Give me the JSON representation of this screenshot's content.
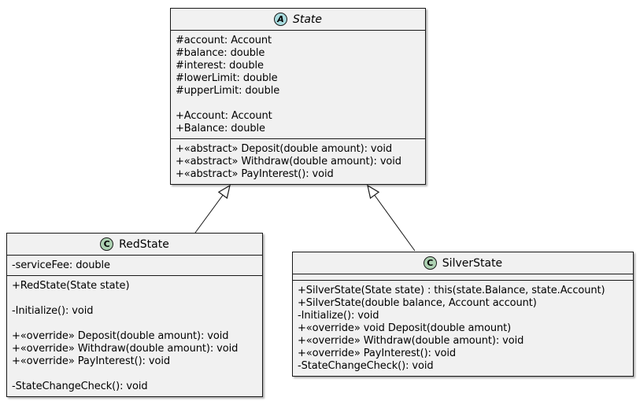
{
  "diagram_type": "uml-class-diagram",
  "colors": {
    "box_fill": "#F1F1F1",
    "border": "#181818",
    "abstract_badge_fill": "#A9DCDF",
    "class_badge_fill": "#ADD1B2",
    "background": "#FFFFFF"
  },
  "classes": {
    "state": {
      "kind": "abstract class",
      "badge_letter": "A",
      "title": "State",
      "fields": [
        "#account: Account",
        "#balance: double",
        "#interest: double",
        "#lowerLimit: double",
        "#upperLimit: double",
        "",
        "+Account: Account",
        "+Balance: double"
      ],
      "methods": [
        "+«abstract» Deposit(double amount): void",
        "+«abstract» Withdraw(double amount): void",
        "+«abstract» PayInterest(): void"
      ]
    },
    "redstate": {
      "kind": "class",
      "badge_letter": "C",
      "title": "RedState",
      "fields": [
        "-serviceFee: double"
      ],
      "methods": [
        "+RedState(State state)",
        "",
        "-Initialize(): void",
        "",
        "+«override» Deposit(double amount): void",
        "+«override» Withdraw(double amount): void",
        "+«override» PayInterest(): void",
        "",
        "-StateChangeCheck(): void"
      ]
    },
    "silverstate": {
      "kind": "class",
      "badge_letter": "C",
      "title": "SilverState",
      "fields": [],
      "methods": [
        "+SilverState(State state) : this(state.Balance, state.Account)",
        "+SilverState(double balance, Account account)",
        "-Initialize(): void",
        "+«override» void Deposit(double amount)",
        "+«override» Withdraw(double amount): void",
        "+«override» PayInterest(): void",
        "-StateChangeCheck(): void"
      ]
    }
  },
  "relations": [
    {
      "from": "RedState",
      "to": "State",
      "type": "generalization"
    },
    {
      "from": "SilverState",
      "to": "State",
      "type": "generalization"
    }
  ]
}
